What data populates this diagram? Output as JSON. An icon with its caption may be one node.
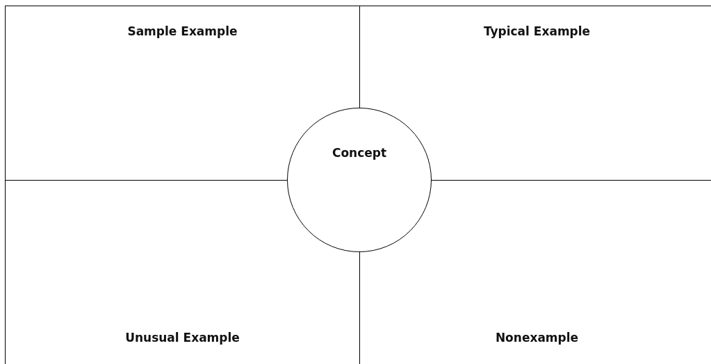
{
  "diagram": {
    "nodes": [
      {
        "text": [
          "Sample Example"
        ]
      },
      {
        "text": [
          "Typical Example"
        ]
      },
      {
        "text": [
          "Unusual Example"
        ]
      },
      {
        "text": [
          "Nonexample"
        ]
      },
      {
        "text": [
          "Concept"
        ]
      }
    ],
    "edges": []
  }
}
